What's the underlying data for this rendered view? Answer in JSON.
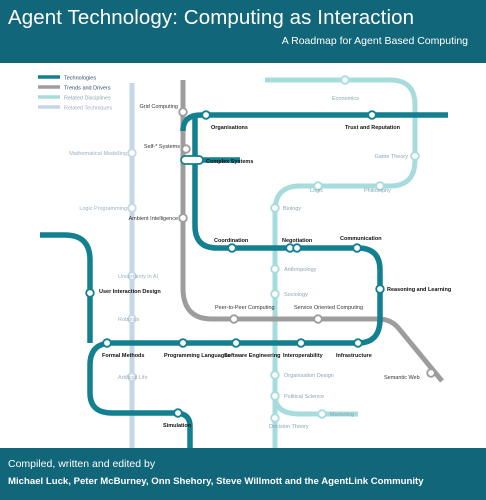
{
  "header": {
    "title": "Agent Technology: Computing as Interaction",
    "subtitle": "A Roadmap for Agent Based Computing"
  },
  "legend": [
    {
      "label": "Technologies",
      "color": "#12808f"
    },
    {
      "label": "Trends and Drivers",
      "color": "#9d9d9d"
    },
    {
      "label": "Related Disciplines",
      "color": "#a6dcdc"
    },
    {
      "label": "Related Techniques",
      "color": "#c5d7e6"
    }
  ],
  "stations": {
    "grid_computing": "Grid Computing",
    "self_systems": "Self-* Systems",
    "organisations": "Organisations",
    "economics": "Economics",
    "trust_reputation": "Trust and Reputation",
    "mathematical_modelling": "Mathematical Modelling",
    "complex_systems": "Complex Systems",
    "game_theory": "Game Theory",
    "logic": "Logic",
    "philosophy": "Philosophy",
    "logic_programming": "Logic Programming",
    "ambient_intelligence": "Ambient Intelligence",
    "biology": "Biology",
    "coordination": "Coordination",
    "negotiation": "Negotiation",
    "communication": "Communication",
    "anthropology": "Anthropology",
    "uncertainty_ai": "Uncertainty in AI",
    "user_interaction_design": "User Interaction Design",
    "sociology": "Sociology",
    "reasoning_learning": "Reasoning and Learning",
    "peer_to_peer": "Peer-to-Peer Computing",
    "service_oriented": "Service Oriented Computing",
    "robotics": "Robotics",
    "formal_methods": "Formal Methods",
    "programming_languages": "Programming Languages",
    "software_engineering": "Software Engineering",
    "interoperability": "Interoperability",
    "infrastructure": "Infrastructure",
    "artificial_life": "Artificial Life",
    "organisation_design": "Organisation Design",
    "semantic_web": "Semantic Web",
    "political_science": "Political Science",
    "marketing": "Marketing",
    "simulation": "Simulation",
    "decision_theory": "Decision Theory"
  },
  "footer": {
    "compiled": "Compiled, written and edited by",
    "authors": "Michael Luck, Peter McBurney, Onn Shehory, Steve Willmott and the AgentLink Community"
  }
}
